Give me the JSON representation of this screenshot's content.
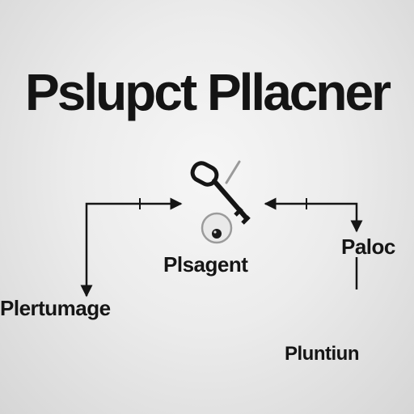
{
  "diagram": {
    "title": "Pslupct Pllacner",
    "labels": {
      "center": "Plsagent",
      "right": "Paloc",
      "left": "Plertumage",
      "bottom": "Pluntiun"
    },
    "icon": "key-icon",
    "colors": {
      "ink": "#151515",
      "background": "#ececec"
    }
  }
}
